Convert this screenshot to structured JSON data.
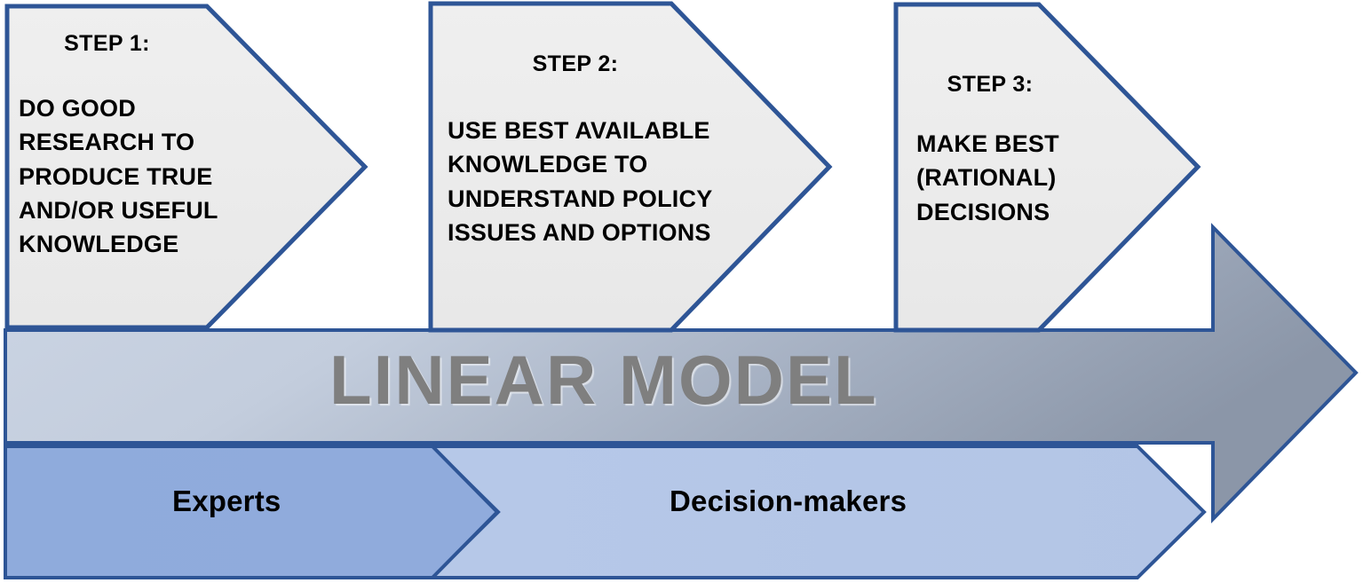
{
  "diagram": {
    "title": "LINEAR MODEL",
    "colors": {
      "box_fill": "#ededed",
      "box_border": "#2e5596",
      "arrow_gradient_start": "#cfd8e6",
      "arrow_gradient_end": "#8793a7",
      "experts_fill": "#8faadc",
      "decision_fill": "#b4c7e7",
      "title_color": "#7f7f7f",
      "text_color": "#000000"
    },
    "steps": [
      {
        "heading": "STEP 1:",
        "lines": [
          "DO GOOD",
          "RESEARCH TO",
          "PRODUCE TRUE",
          "AND/OR USEFUL",
          "KNOWLEDGE"
        ]
      },
      {
        "heading": "STEP 2:",
        "lines": [
          "USE BEST AVAILABLE",
          "KNOWLEDGE TO",
          "UNDERSTAND POLICY",
          "ISSUES AND OPTIONS"
        ]
      },
      {
        "heading": "STEP 3:",
        "lines": [
          "MAKE BEST",
          "(RATIONAL)",
          "DECISIONS"
        ]
      }
    ],
    "actors": [
      {
        "label": "Experts"
      },
      {
        "label": "Decision-makers"
      }
    ]
  }
}
